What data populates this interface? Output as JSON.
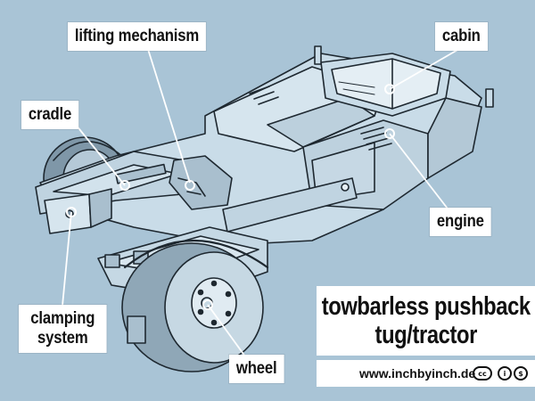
{
  "labels": {
    "lifting_mechanism": "lifting mechanism",
    "cabin": "cabin",
    "cradle": "cradle",
    "engine": "engine",
    "clamping_system": "clamping system",
    "wheel": "wheel"
  },
  "title": {
    "line1": "towbarless pushback",
    "line2": "tug/tractor"
  },
  "footer": {
    "url": "www.inchbyinch.de",
    "license_icons": [
      "cc-icon",
      "by-icon",
      "nc-icon"
    ]
  },
  "colors": {
    "background": "#a9c4d6",
    "label_bg": "#ffffff",
    "vehicle_fill": "#c9dce8",
    "vehicle_shadow": "#9fb8c9",
    "line": "#1e2830"
  }
}
